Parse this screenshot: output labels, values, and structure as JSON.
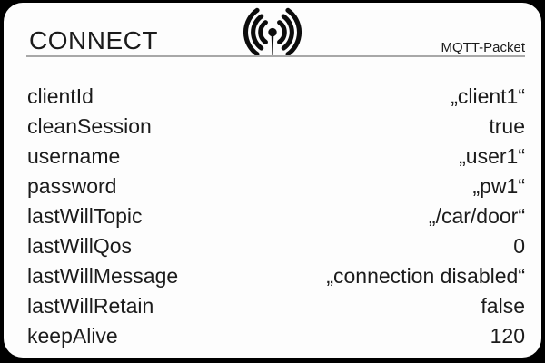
{
  "header": {
    "title": "CONNECT",
    "badge": "MQTT-Packet",
    "icon": "broadcast-antenna-icon"
  },
  "colors": {
    "frame": "#000000",
    "card": "#fdfdfd",
    "text": "#1b1b1b",
    "divider": "#a8a8a8"
  },
  "fields": [
    {
      "label": "clientId",
      "value": "„client1“"
    },
    {
      "label": "cleanSession",
      "value": "true"
    },
    {
      "label": "username",
      "value": "„user1“"
    },
    {
      "label": "password",
      "value": "„pw1“"
    },
    {
      "label": "lastWillTopic",
      "value": "„/car/door“"
    },
    {
      "label": "lastWillQos",
      "value": "0"
    },
    {
      "label": "lastWillMessage",
      "value": "„connection disabled“"
    },
    {
      "label": "lastWillRetain",
      "value": "false"
    },
    {
      "label": "keepAlive",
      "value": "120"
    }
  ]
}
